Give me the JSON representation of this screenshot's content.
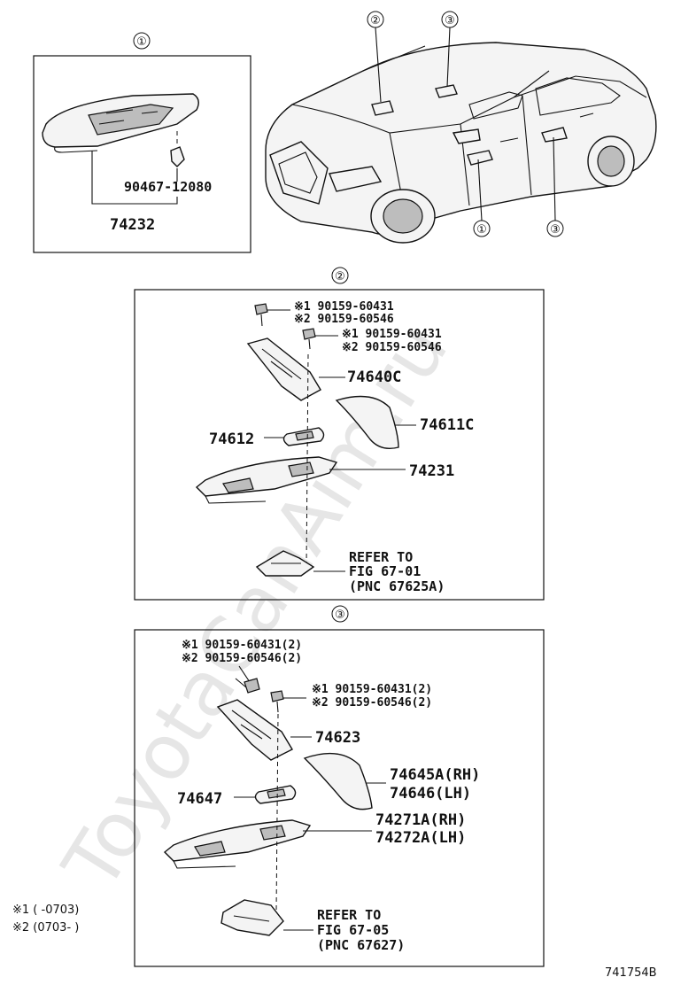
{
  "watermark": "ToyotaCanAim.ru",
  "figure_id": "741754B",
  "sections": {
    "s1": {
      "marker": "①",
      "clip": "90467-12080",
      "panel": "74232"
    },
    "s2": {
      "marker": "②",
      "screw_a_1": "※1 90159-60431",
      "screw_a_2": "※2 90159-60546",
      "screw_b_1": "※1 90159-60431",
      "screw_b_2": "※2 90159-60546",
      "bracket": "74640C",
      "pad": "74611C",
      "bezel": "74612",
      "panel": "74231",
      "refer_1": "REFER TO",
      "refer_2": "FIG 67-01",
      "refer_3": "(PNC 67625A)"
    },
    "s3": {
      "marker": "③",
      "screw_a_1": "※1 90159-60431(2)",
      "screw_a_2": "※2 90159-60546(2)",
      "screw_b_1": "※1 90159-60431(2)",
      "screw_b_2": "※2 90159-60546(2)",
      "bracket": "74623",
      "pad_rh": "74645A(RH)",
      "pad_lh": "74646(LH)",
      "bezel": "74647",
      "panel_rh": "74271A(RH)",
      "panel_lh": "74272A(LH)",
      "refer_1": "REFER TO",
      "refer_2": "FIG 67-05",
      "refer_3": "(PNC 67627)"
    }
  },
  "footnotes": [
    "※1 (    -0703)",
    "※2 (0703-    )"
  ]
}
